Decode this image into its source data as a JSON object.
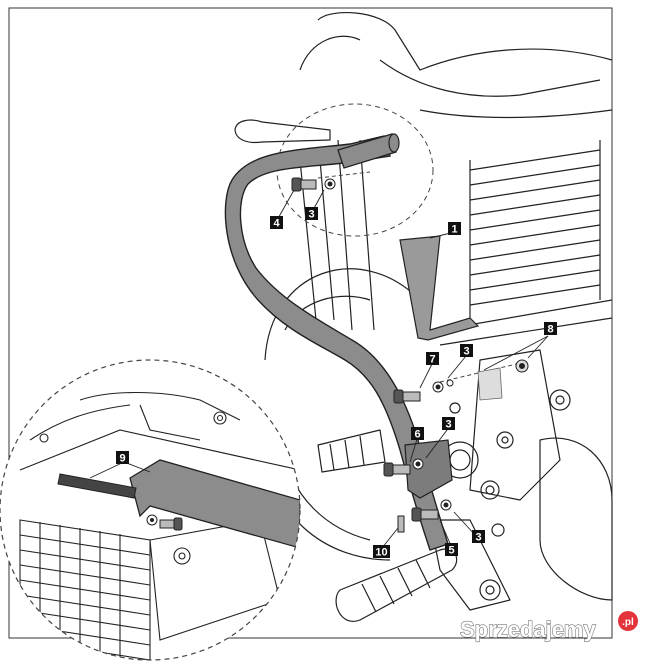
{
  "callouts": {
    "c1": "1",
    "c3a": "3",
    "c3b": "3",
    "c3c": "3",
    "c3d": "3",
    "c4": "4",
    "c5": "5",
    "c6": "6",
    "c7": "7",
    "c8": "8",
    "c9": "9",
    "c10": "10"
  },
  "watermark": {
    "text": "Sprzedajemy",
    "badge": ".pl"
  },
  "colors": {
    "line": "#222222",
    "bar_fill": "#8c8c8c",
    "callout_bg": "#111111",
    "watermark_badge": "#e2343a"
  }
}
